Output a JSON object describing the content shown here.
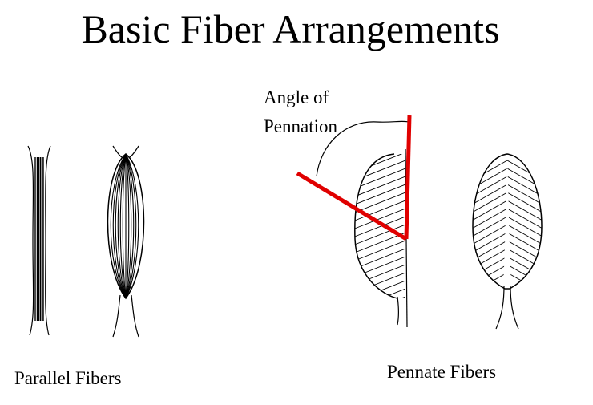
{
  "title": "Basic Fiber Arrangements",
  "annotation": {
    "line1": "Angle of",
    "line2": "Pennation"
  },
  "labels": {
    "parallel": "Parallel Fibers",
    "pennate": "Pennate Fibers"
  },
  "colors": {
    "ink": "#000000",
    "angle_lines": "#e00000",
    "background": "#ffffff"
  }
}
